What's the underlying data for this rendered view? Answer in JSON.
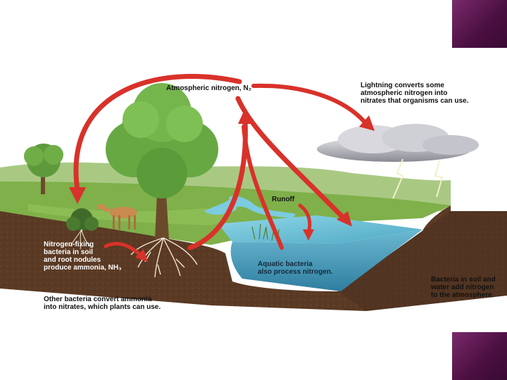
{
  "labels": {
    "atmospheric": "Atmospheric nitrogen, N₂",
    "lightning": [
      "Lightning converts some",
      "atmospheric nitrogen into",
      "nitrates that organisms can use."
    ],
    "runoff": "Runoff",
    "fixing": [
      "Nitrogen-fixing",
      "bacteria in soil",
      "and root nodules",
      "produce ammonia, NH₃"
    ],
    "aquatic": [
      "Aquatic bacteria",
      "also process nitrogen."
    ],
    "bacteria_soil": [
      "Bacteria in soil and",
      "water add nitrogen",
      "to the atmosphere."
    ],
    "other_bacteria": [
      "Other bacteria convert ammonia",
      "into nitrates, which plants can use."
    ]
  },
  "colors": {
    "arrow": "#d8322a",
    "soil": "#5a3a24",
    "grass": "#7fb04a",
    "water": "#6fc3d8",
    "corner": "#5c1650"
  }
}
